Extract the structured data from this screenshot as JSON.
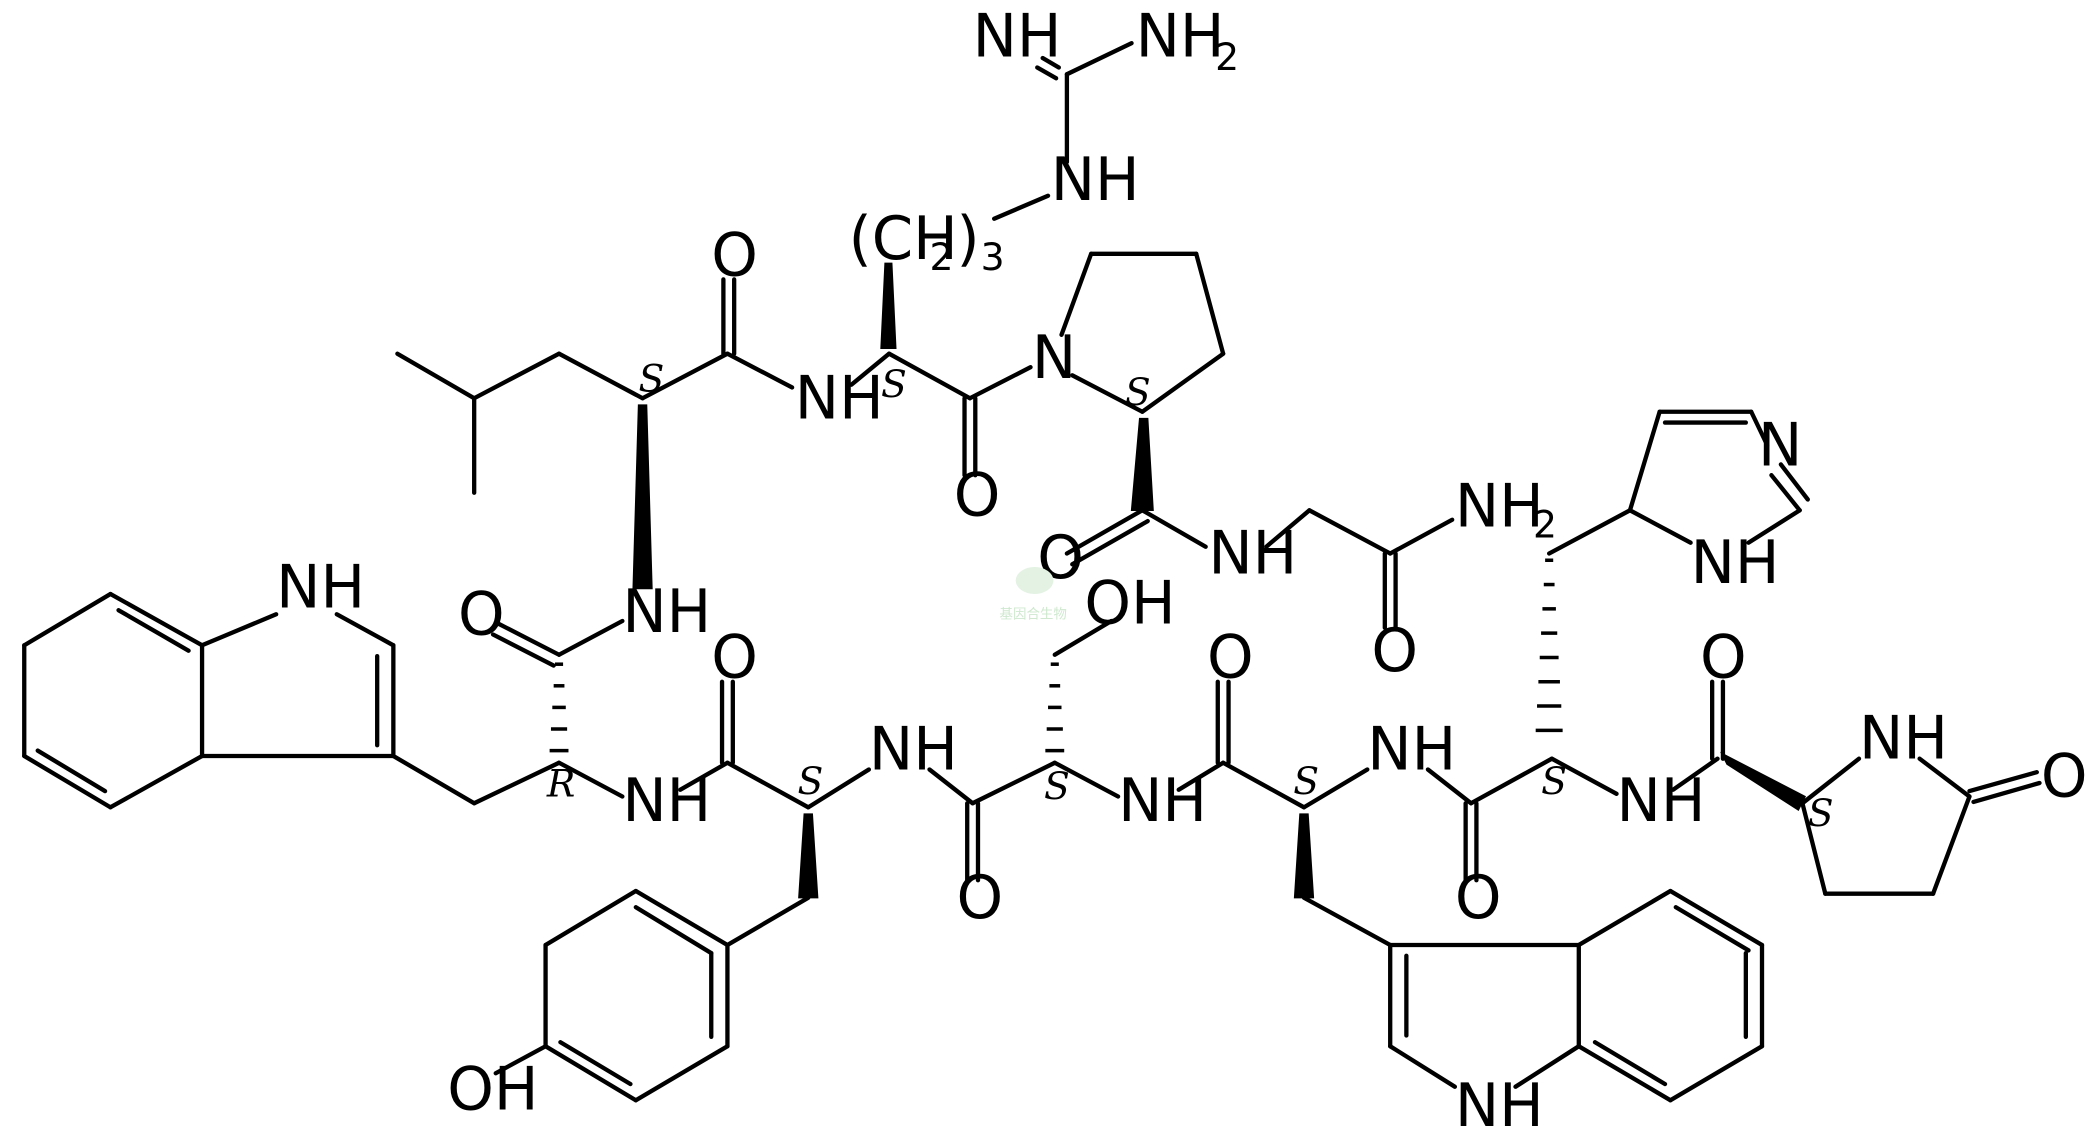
{
  "atom_labels": {
    "guanidine_imine": "NH",
    "guanidine_amine": "NH",
    "guanidine_amine_sub": "2",
    "guanidine_nh": "NH",
    "ch2_group": "(CH",
    "ch2_sub": "2",
    "ch2_close": ")",
    "ch2_count": "3",
    "leu_carbonyl_o": "O",
    "arg_nh": "NH",
    "arg_carbonyl_o": "O",
    "pro_n": "N",
    "pro_carbonyl_o": "O",
    "gly_nh": "NH",
    "amide_nh2": "NH",
    "amide_nh2_sub": "2",
    "amide_o": "O",
    "his_ring_n": "N",
    "his_ring_nh": "NH",
    "leu_nh": "NH",
    "trp1_ring_nh": "NH",
    "trp1_carbonyl_o": "O",
    "trp1_alpha_nh": "NH",
    "tyr_carbonyl_o": "O",
    "tyr_nh": "NH",
    "ser_oh": "OH",
    "ser_carbonyl_o": "O",
    "ser_nh": "NH",
    "trp2_carbonyl_o": "O",
    "trp2_nh": "NH",
    "his_carbonyl_o": "O",
    "his_nh": "NH",
    "pglu_carbonyl_o": "O",
    "pglu_nh": "NH",
    "pglu_ring_o": "O",
    "tyr_oh": "OH",
    "trp2_ring_nh": "NH",
    "watermark": "基因合生物"
  },
  "stereo_labels": {
    "leu": "S",
    "arg": "S",
    "pro": "S",
    "trp1": "R",
    "tyr": "S",
    "ser": "S",
    "trp2": "S",
    "his": "S",
    "pglu": "S"
  }
}
